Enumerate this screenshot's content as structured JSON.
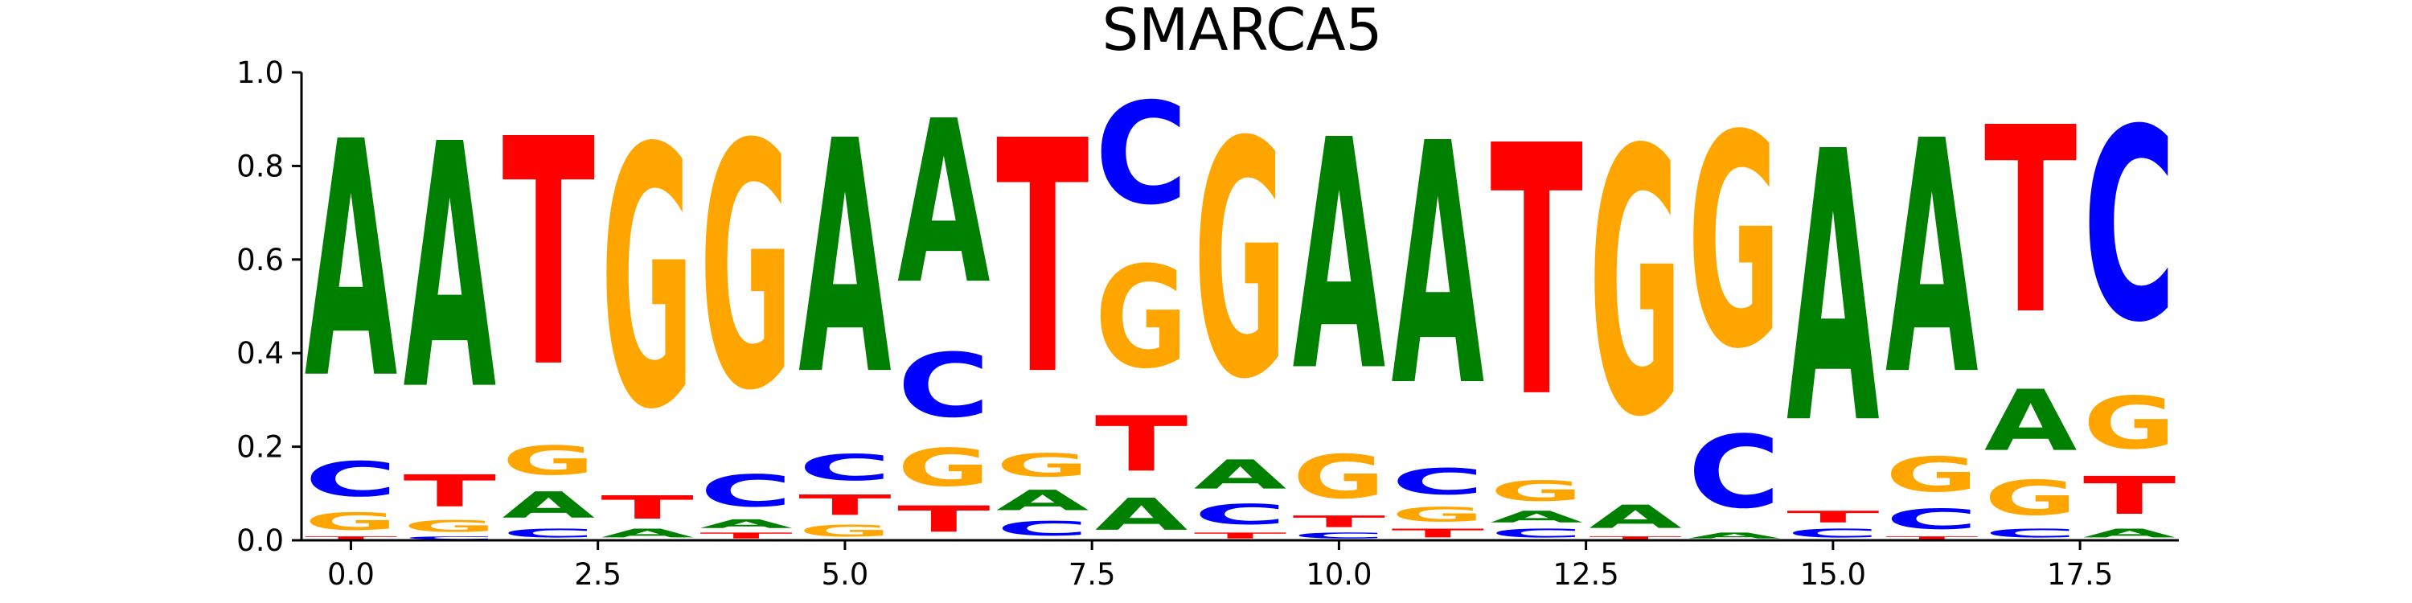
{
  "chart_data": {
    "type": "sequence-logo",
    "title": "SMARCA5",
    "xlabel": "",
    "ylabel": "",
    "xlim": [
      -0.5,
      18.5
    ],
    "ylim": [
      0,
      1.0
    ],
    "xticks": [
      "0.0",
      "2.5",
      "5.0",
      "7.5",
      "10.0",
      "12.5",
      "15.0",
      "17.5"
    ],
    "xtick_values": [
      0,
      2.5,
      5,
      7.5,
      10,
      12.5,
      15,
      17.5
    ],
    "yticks": [
      "0.0",
      "0.2",
      "0.4",
      "0.6",
      "0.8",
      "1.0"
    ],
    "ytick_values": [
      0,
      0.2,
      0.4,
      0.6,
      0.8,
      1.0
    ],
    "grid": false,
    "colors": {
      "A": "#008000",
      "C": "#0000ff",
      "G": "#ffa500",
      "T": "#ff0000"
    },
    "positions": [
      {
        "x": 0,
        "stack": [
          [
            "T",
            0.01
          ],
          [
            "G",
            0.06
          ],
          [
            "C",
            0.12
          ],
          [
            "A",
            0.81
          ]
        ]
      },
      {
        "x": 1,
        "stack": [
          [
            "C",
            0.01
          ],
          [
            "G",
            0.04
          ],
          [
            "T",
            0.11
          ],
          [
            "A",
            0.84
          ]
        ]
      },
      {
        "x": 2,
        "stack": [
          [
            "C",
            0.03
          ],
          [
            "A",
            0.09
          ],
          [
            "G",
            0.1
          ],
          [
            "T",
            0.78
          ]
        ]
      },
      {
        "x": 3,
        "stack": [
          [
            "A",
            0.03
          ],
          [
            "T",
            0.08
          ],
          [
            "G",
            0.89
          ]
        ]
      },
      {
        "x": 4,
        "stack": [
          [
            "T",
            0.02
          ],
          [
            "A",
            0.03
          ],
          [
            "C",
            0.11
          ],
          [
            "G",
            0.84
          ]
        ]
      },
      {
        "x": 5,
        "stack": [
          [
            "G",
            0.04
          ],
          [
            "T",
            0.07
          ],
          [
            "C",
            0.09
          ],
          [
            "A",
            0.8
          ]
        ]
      },
      {
        "x": 6,
        "stack": [
          [
            "T",
            0.09
          ],
          [
            "G",
            0.13
          ],
          [
            "C",
            0.22
          ],
          [
            "A",
            0.56
          ]
        ]
      },
      {
        "x": 7,
        "stack": [
          [
            "C",
            0.05
          ],
          [
            "A",
            0.07
          ],
          [
            "G",
            0.08
          ],
          [
            "T",
            0.8
          ]
        ]
      },
      {
        "x": 8,
        "stack": [
          [
            "A",
            0.11
          ],
          [
            "T",
            0.19
          ],
          [
            "G",
            0.35
          ],
          [
            "C",
            0.35
          ]
        ]
      },
      {
        "x": 9,
        "stack": [
          [
            "T",
            0.02
          ],
          [
            "C",
            0.07
          ],
          [
            "A",
            0.1
          ],
          [
            "G",
            0.81
          ]
        ]
      },
      {
        "x": 10,
        "stack": [
          [
            "C",
            0.02
          ],
          [
            "T",
            0.04
          ],
          [
            "G",
            0.15
          ],
          [
            "A",
            0.79
          ]
        ]
      },
      {
        "x": 11,
        "stack": [
          [
            "T",
            0.03
          ],
          [
            "G",
            0.05
          ],
          [
            "C",
            0.09
          ],
          [
            "A",
            0.83
          ]
        ]
      },
      {
        "x": 12,
        "stack": [
          [
            "C",
            0.03
          ],
          [
            "A",
            0.04
          ],
          [
            "G",
            0.07
          ],
          [
            "T",
            0.86
          ]
        ]
      },
      {
        "x": 13,
        "stack": [
          [
            "T",
            0.01
          ],
          [
            "A",
            0.08
          ],
          [
            "G",
            0.91
          ]
        ]
      },
      {
        "x": 14,
        "stack": [
          [
            "A",
            0.02
          ],
          [
            "C",
            0.25
          ],
          [
            "G",
            0.73
          ]
        ]
      },
      {
        "x": 15,
        "stack": [
          [
            "C",
            0.03
          ],
          [
            "T",
            0.04
          ],
          [
            "A",
            0.93
          ]
        ]
      },
      {
        "x": 16,
        "stack": [
          [
            "T",
            0.01
          ],
          [
            "C",
            0.07
          ],
          [
            "G",
            0.12
          ],
          [
            "A",
            0.8
          ]
        ]
      },
      {
        "x": 17,
        "stack": [
          [
            "C",
            0.03
          ],
          [
            "G",
            0.12
          ],
          [
            "A",
            0.21
          ],
          [
            "T",
            0.64
          ]
        ]
      },
      {
        "x": 18,
        "stack": [
          [
            "A",
            0.03
          ],
          [
            "T",
            0.13
          ],
          [
            "G",
            0.18
          ],
          [
            "C",
            0.66
          ]
        ]
      }
    ]
  }
}
